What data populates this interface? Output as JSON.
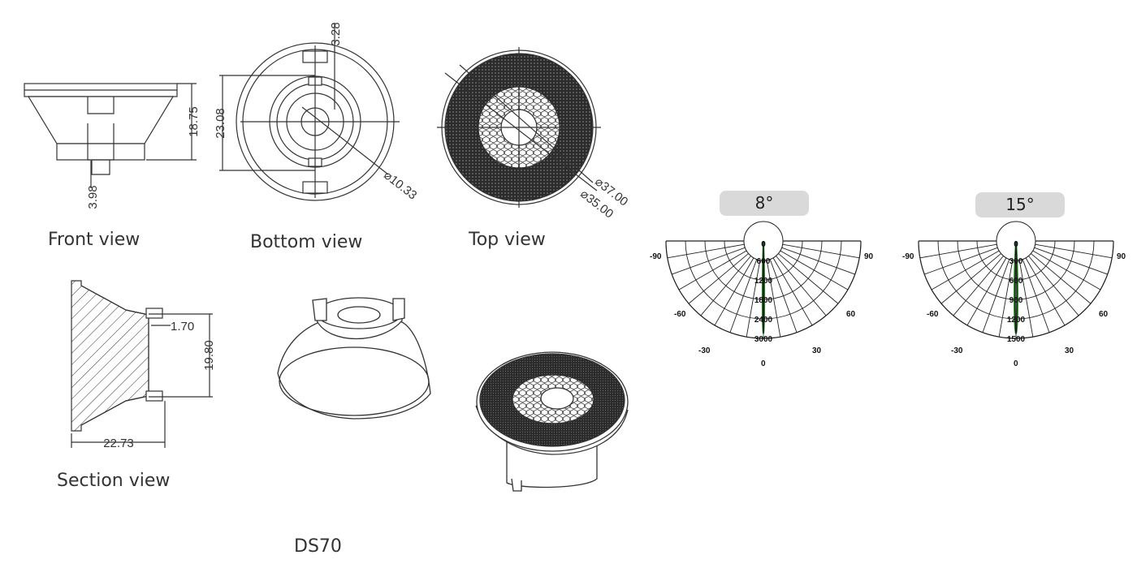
{
  "captions": {
    "front": "Front view",
    "bottom": "Bottom view",
    "top": "Top view",
    "section": "Section view",
    "model": "DS70"
  },
  "dimensions": {
    "front_height": "18.75",
    "front_pin": "3.98",
    "bottom_width": "23.08",
    "bottom_tab": "3.28",
    "bottom_inner": "⌀10.33",
    "top_outer": "⌀37.00",
    "top_inner": "⌀35.00",
    "section_lip": "1.70",
    "section_height": "19.80",
    "section_width": "22.73"
  },
  "beams": [
    {
      "label": "8°",
      "angle_labels": [
        "-90",
        "90",
        "-60",
        "60",
        "-30",
        "30",
        "0"
      ],
      "rings": [
        "0",
        "600",
        "1200",
        "1800",
        "2400",
        "3000"
      ]
    },
    {
      "label": "15°",
      "angle_labels": [
        "-90",
        "90",
        "-60",
        "60",
        "-30",
        "30",
        "0"
      ],
      "rings": [
        "0",
        "300",
        "600",
        "900",
        "1200",
        "1500"
      ]
    }
  ],
  "colors": {
    "line": "#222222",
    "fill_dark": "#333333",
    "pill": "#d9d9d9",
    "curve_green": "#2aa02a"
  }
}
